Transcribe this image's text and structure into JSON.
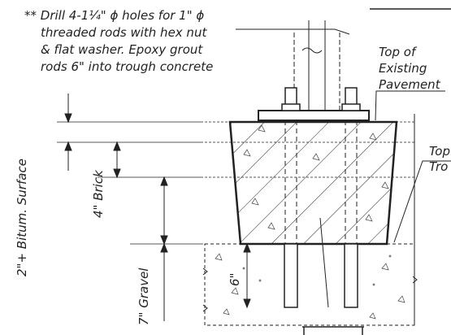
{
  "drill_note": {
    "line1": "** Drill 4-1¼\" ϕ holes for 1\" ϕ",
    "line2": "threaded rods with hex nut",
    "line3": "& flat washer.  Epoxy grout",
    "line4": "rods 6\" into trough concrete"
  },
  "labels": {
    "top_of_existing_1": "Top of",
    "top_of_existing_2": "Existing",
    "top_of_existing_3": "Pavement",
    "top_of_trough_1": "Top",
    "top_of_trough_2": "Tro",
    "dim_bitum": "2\"+ Bitum. Surface",
    "dim_brick": "4\" Brick",
    "dim_gravel": "7\" Gravel",
    "dim_embed": "6\""
  },
  "colors": {
    "line": "#222222",
    "background": "#ffffff"
  }
}
